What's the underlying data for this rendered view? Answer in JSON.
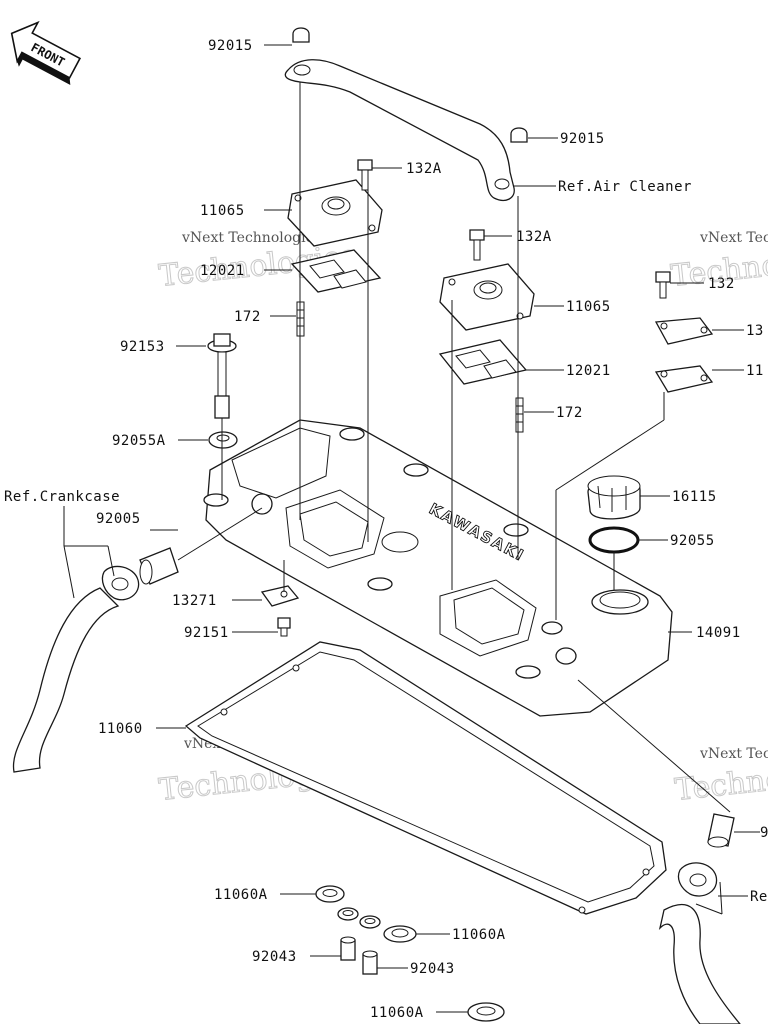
{
  "direction_marker": {
    "text": "FRONT",
    "icon": "front-arrow-icon"
  },
  "watermark": {
    "line1": "vNext Technologies",
    "line2": "Technologies"
  },
  "labels": {
    "l92015a": "92015",
    "l92015b": "92015",
    "l132a_1": "132A",
    "l132a_2": "132A",
    "l132": "132",
    "l13_cut": "13",
    "l11_cut": "11",
    "l11065_1": "11065",
    "l11065_2": "11065",
    "l12021_1": "12021",
    "l12021_2": "12021",
    "l172_1": "172",
    "l172_2": "172",
    "l92153": "92153",
    "l92055a": "92055A",
    "l92005": "92005",
    "l16115": "16115",
    "l92055": "92055",
    "l14091": "14091",
    "l13271": "13271",
    "l92151": "92151",
    "l11060": "11060",
    "l11060a_1": "11060A",
    "l11060a_2": "11060A",
    "l11060a_3": "11060A",
    "l92043_1": "92043",
    "l92043_2": "92043",
    "l9_cut": "9",
    "ref_air": "Ref.Air Cleaner",
    "ref_crank": "Ref.Crankcase",
    "ref_cut": "Re"
  },
  "cover_logo_text": "KAWASAKI"
}
